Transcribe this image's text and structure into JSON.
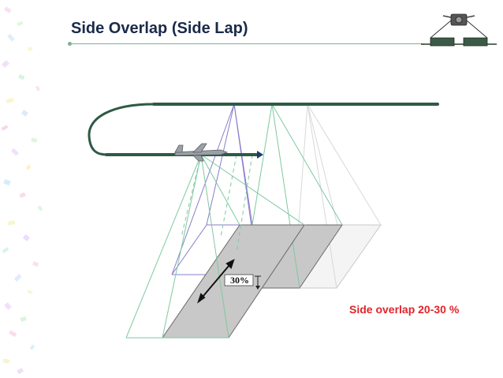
{
  "slide": {
    "title": "Side Overlap (Side Lap)"
  },
  "diagram": {
    "overlap_marker_text": "30%",
    "side_overlap_label": "Side overlap 20-30 %"
  },
  "colors": {
    "title": "#1a2a4a",
    "flight_line": "#2e5a44",
    "footprint_fill": "#c8c8c8",
    "cone_green": "#7ec9a0",
    "cone_purple": "#8a7cc9",
    "label_red": "#e0242b"
  },
  "icons": {
    "aircraft": "jet-aircraft-icon",
    "logo": "camera-drone-logo"
  }
}
